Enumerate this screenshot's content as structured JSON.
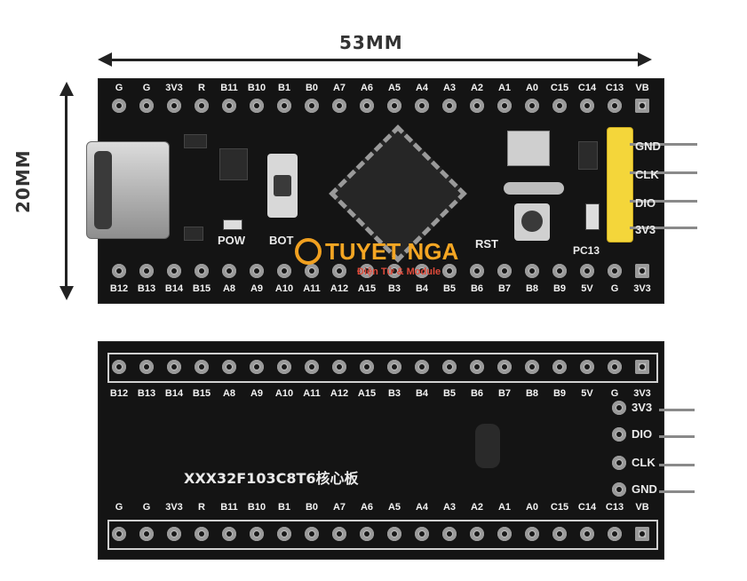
{
  "dimensions": {
    "width": "53MM",
    "height": "20MM"
  },
  "watermark": {
    "brand": "TUYET NGA",
    "tagline": "Điện Tử & Module"
  },
  "front": {
    "top_pins": [
      "G",
      "G",
      "3V3",
      "R",
      "B11",
      "B10",
      "B1",
      "B0",
      "A7",
      "A6",
      "A5",
      "A4",
      "A3",
      "A2",
      "A1",
      "A0",
      "C15",
      "C14",
      "C13",
      "VB"
    ],
    "bottom_pins": [
      "B12",
      "B13",
      "B14",
      "B15",
      "A8",
      "A9",
      "A10",
      "A11",
      "A12",
      "A15",
      "B3",
      "B4",
      "B5",
      "B6",
      "B7",
      "B8",
      "B9",
      "5V",
      "G",
      "3V3"
    ],
    "silk": {
      "pow": "POW",
      "boot": "BOT",
      "rst": "RST",
      "led": "PC13"
    },
    "header_pins": [
      "GND",
      "CLK",
      "DIO",
      "3V3"
    ]
  },
  "back": {
    "top_pins": [
      "B12",
      "B13",
      "B14",
      "B15",
      "A8",
      "A9",
      "A10",
      "A11",
      "A12",
      "A15",
      "B3",
      "B4",
      "B5",
      "B6",
      "B7",
      "B8",
      "B9",
      "5V",
      "G",
      "3V3"
    ],
    "bottom_pins": [
      "G",
      "G",
      "3V3",
      "R",
      "B11",
      "B10",
      "B1",
      "B0",
      "A7",
      "A6",
      "A5",
      "A4",
      "A3",
      "A2",
      "A1",
      "A0",
      "C15",
      "C14",
      "C13",
      "VB"
    ],
    "title": "XXX32F103C8T6核心板",
    "header_pins": [
      "3V3",
      "DIO",
      "CLK",
      "GND"
    ]
  }
}
